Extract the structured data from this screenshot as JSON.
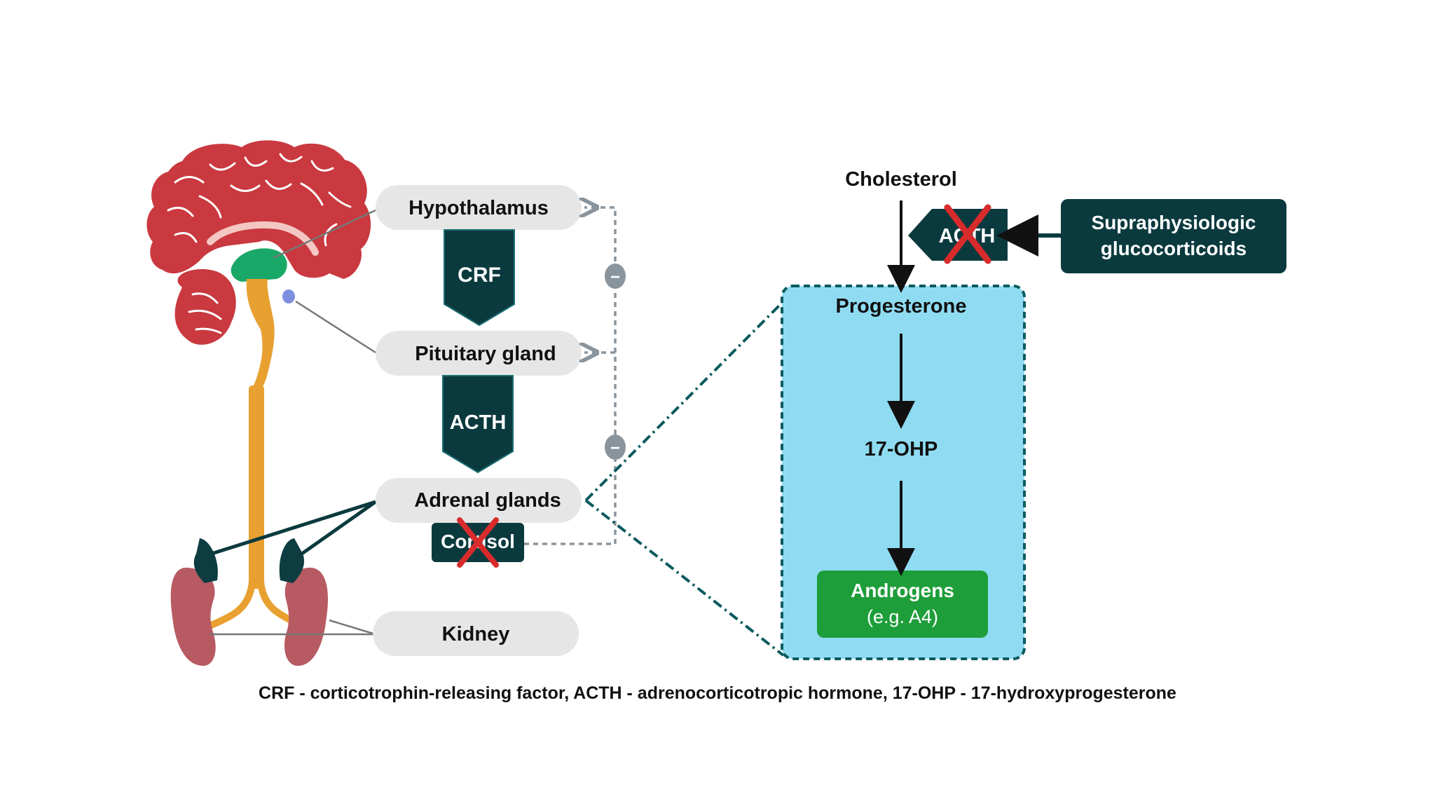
{
  "axis": {
    "hypothalamus": "Hypothalamus",
    "crf": "CRF",
    "pituitary": "Pituitary gland",
    "acth": "ACTH",
    "adrenal": "Adrenal glands",
    "cortisol": "Cortisol",
    "kidney": "Kidney",
    "feedback_symbol": "−"
  },
  "pathway": {
    "cholesterol": "Cholesterol",
    "acth": "ACTH",
    "glucocorticoids_line1": "Supraphysiologic",
    "glucocorticoids_line2": "glucocorticoids",
    "progesterone": "Progesterone",
    "ohp": "17-OHP",
    "androgens": "Androgens",
    "androgens_example": "(e.g. A4)"
  },
  "caption": "CRF - corticotrophin-releasing factor, ACTH - adrenocorticotropic hormone, 17-OHP - 17-hydroxyprogesterone",
  "colors": {
    "brain": "#c9393f",
    "brain_dark": "#8f1d22",
    "hypothalamus": "#1aa868",
    "spine": "#e8a030",
    "kidney": "#b85a62",
    "adrenal": "#0d3d40",
    "dark_teal": "#0b3a3e",
    "label_box": "#e6e6e6",
    "cascade_bg": "#8fdcf2",
    "cascade_border": "#0b5a5e",
    "androgens_box": "#1e9e3a",
    "feedback": "#8a949c",
    "cross": "#d82b2b"
  }
}
